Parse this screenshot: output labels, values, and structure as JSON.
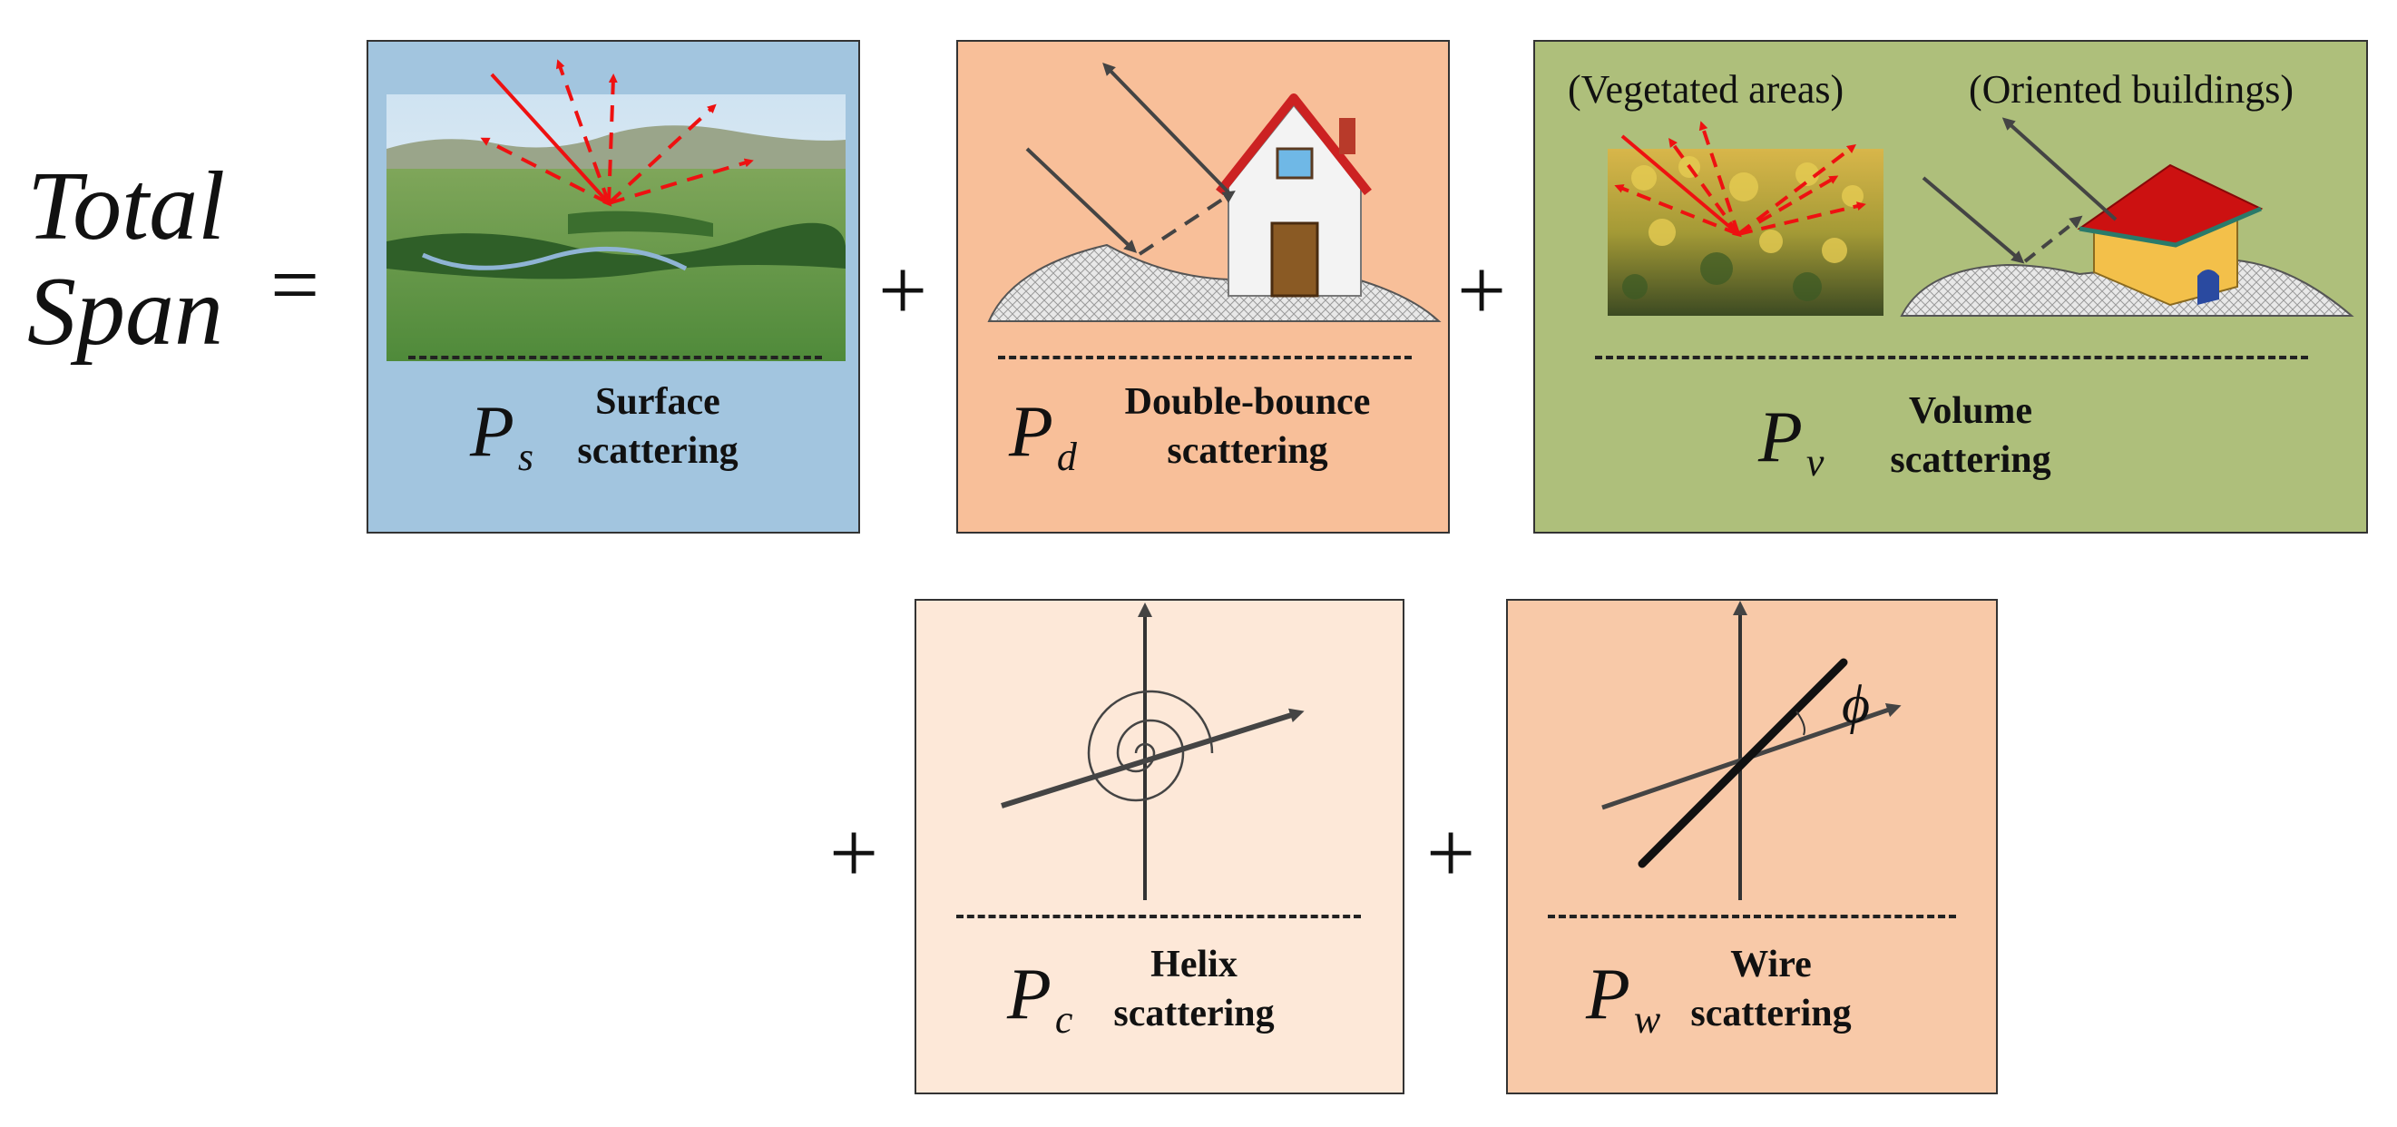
{
  "equation": {
    "lhs_line1": "Total",
    "lhs_line2": "Span",
    "equals": "=",
    "plus": "+"
  },
  "colors": {
    "surface_panel": "#a2c5df",
    "double_bounce_panel": "#f8bf99",
    "volume_panel": "#aebf7b",
    "helix_panel": "#fde8d8",
    "wire_panel": "#f8c9a8",
    "scatter_arrow": "#ee1111",
    "roof": "#cc1111"
  },
  "terms": [
    {
      "id": "surface",
      "symbol": "P",
      "subscript": "s",
      "label_line1": "Surface",
      "label_line2": "scattering"
    },
    {
      "id": "double-bounce",
      "symbol": "P",
      "subscript": "d",
      "label_line1": "Double-bounce",
      "label_line2": "scattering"
    },
    {
      "id": "volume",
      "symbol": "P",
      "subscript": "v",
      "label_line1": "Volume",
      "label_line2": "scattering",
      "sublabel_left": "(Vegetated areas)",
      "sublabel_right": "(Oriented buildings)"
    },
    {
      "id": "helix",
      "symbol": "P",
      "subscript": "c",
      "label_line1": "Helix",
      "label_line2": "scattering"
    },
    {
      "id": "wire",
      "symbol": "P",
      "subscript": "w",
      "label_line1": "Wire",
      "label_line2": "scattering",
      "angle_symbol": "ϕ"
    }
  ]
}
